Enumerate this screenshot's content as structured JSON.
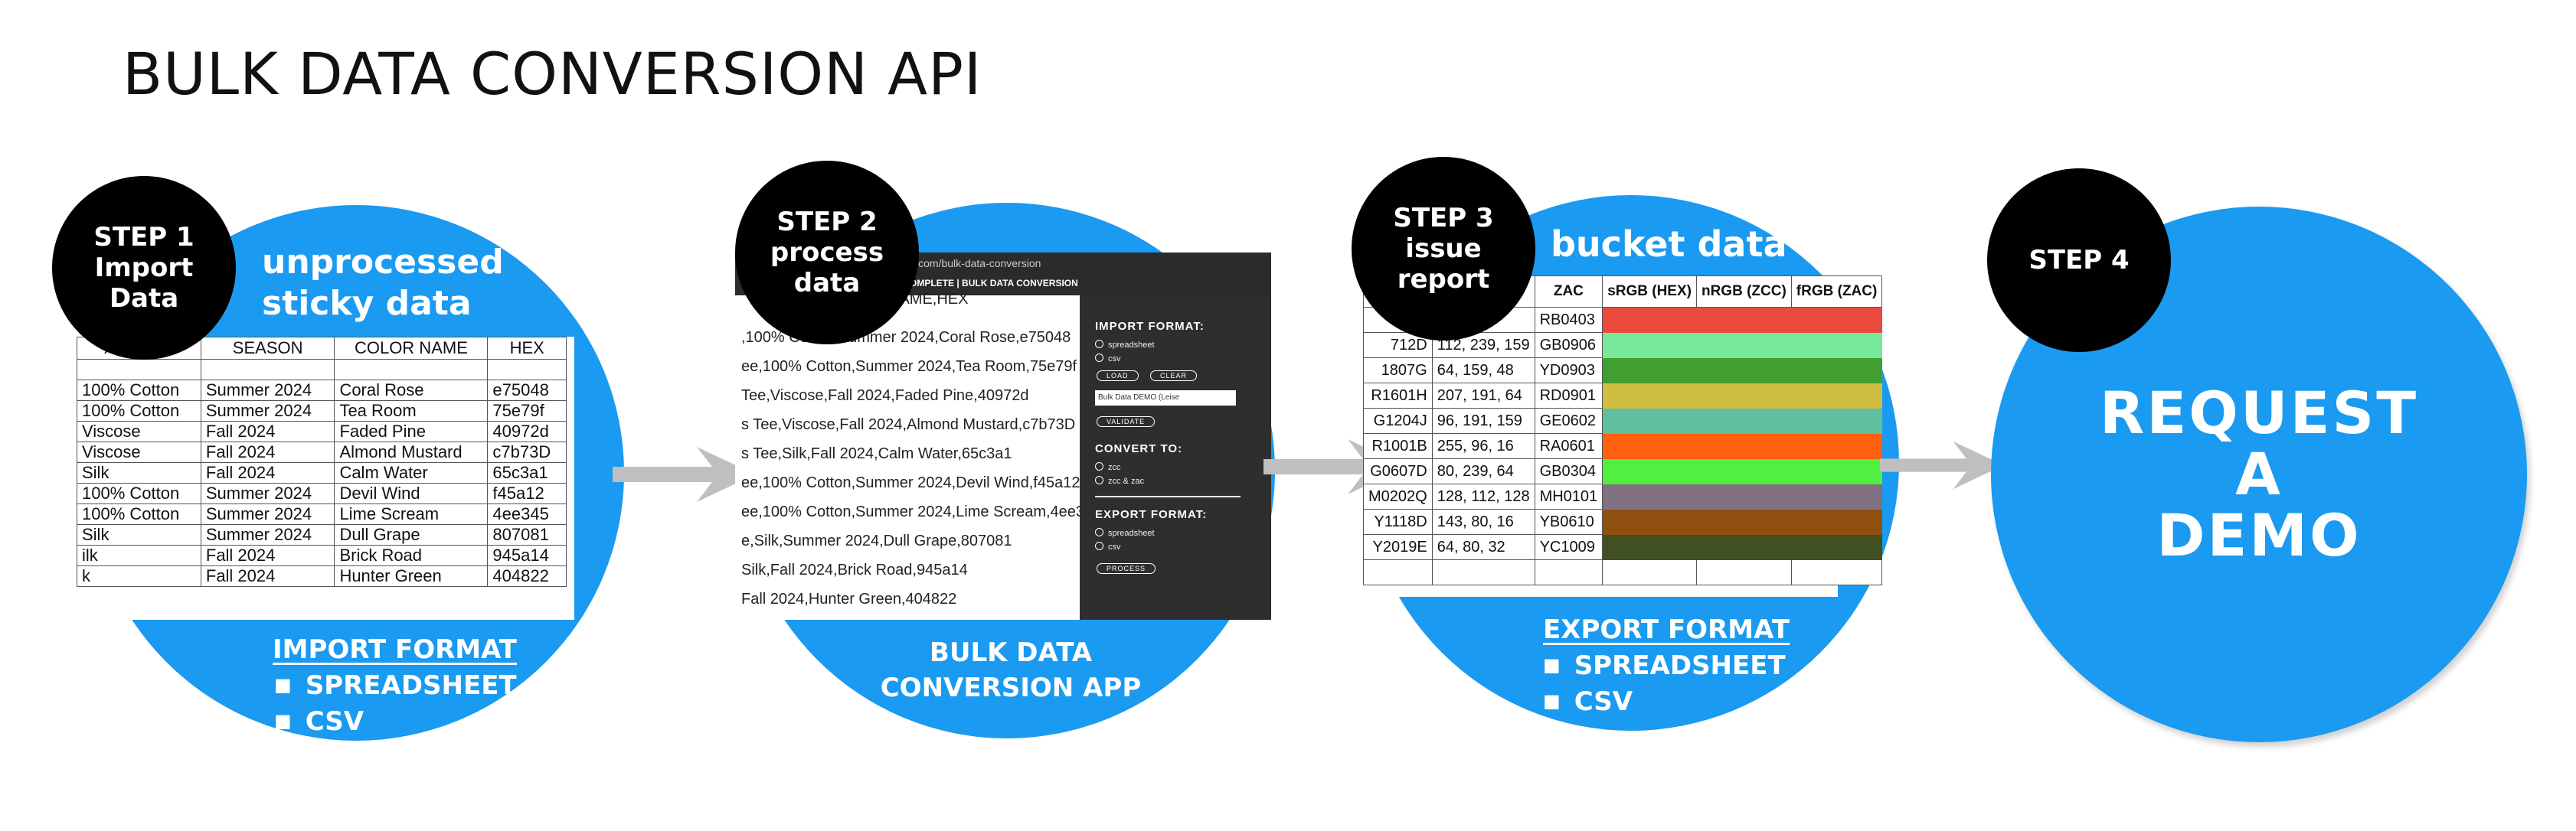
{
  "page": {
    "title": "BULK DATA CONVERSION API"
  },
  "step1": {
    "badge_line1": "STEP 1",
    "badge_line2": "Import",
    "badge_line3": "Data",
    "header_line1": "unprocessed",
    "header_line2": "sticky data",
    "columns": [
      "ATERIAL",
      "SEASON",
      "COLOR NAME",
      "HEX"
    ],
    "rows": [
      [
        "",
        "",
        "",
        ""
      ],
      [
        "100% Cotton",
        "Summer 2024",
        "Coral Rose",
        "e75048"
      ],
      [
        "100% Cotton",
        "Summer 2024",
        "Tea Room",
        "75e79f"
      ],
      [
        "Viscose",
        "Fall 2024",
        "Faded Pine",
        "40972d"
      ],
      [
        "Viscose",
        "Fall 2024",
        "Almond Mustard",
        "c7b73D"
      ],
      [
        "Silk",
        "Fall 2024",
        "Calm Water",
        "65c3a1"
      ],
      [
        "100% Cotton",
        "Summer 2024",
        "Devil Wind",
        "f45a12"
      ],
      [
        "100% Cotton",
        "Summer 2024",
        "Lime Scream",
        "4ee345"
      ],
      [
        "Silk",
        "Summer 2024",
        "Dull Grape",
        "807081"
      ],
      [
        "ilk",
        "Fall 2024",
        "Brick Road",
        "945a14"
      ],
      [
        "k",
        "Fall 2024",
        "Hunter Green",
        "404822"
      ]
    ],
    "footer_title": "IMPORT FORMAT",
    "footer_items": [
      "SPREADSHEET",
      "CSV"
    ]
  },
  "step2": {
    "badge_line1": "STEP 2",
    "badge_line2": "process",
    "badge_line3": "data",
    "url": "azonews.com/bulk-data-conversion",
    "app_title": "ODE COMPLETE | BULK DATA CONVERSION",
    "csv_lines": [
      "NAME,HEX",
      ",100% Cotton,Summer 2024,Coral Rose,e75048",
      "ee,100% Cotton,Summer 2024,Tea Room,75e79f",
      "Tee,Viscose,Fall 2024,Faded Pine,40972d",
      "s Tee,Viscose,Fall 2024,Almond Mustard,c7b73D",
      "s Tee,Silk,Fall 2024,Calm Water,65c3a1",
      "ee,100% Cotton,Summer 2024,Devil Wind,f45a12",
      "ee,100% Cotton,Summer 2024,Lime Scream,4ee345",
      "e,Silk,Summer 2024,Dull Grape,807081",
      "Silk,Fall 2024,Brick Road,945a14",
      "Fall 2024,Hunter Green,404822"
    ],
    "import_format_label": "IMPORT FORMAT:",
    "import_options": [
      "spreadsheet",
      "csv"
    ],
    "load_label": "LOAD",
    "clear_label": "CLEAR",
    "input_value": "Bulk Data DEMO (Leise",
    "validate_label": "VALIDATE",
    "convert_to_label": "CONVERT TO:",
    "convert_options": [
      "zcc",
      "zcc & zac"
    ],
    "export_format_label": "EXPORT FORMAT:",
    "export_options": [
      "spreadsheet",
      "csv"
    ],
    "process_label": "PROCESS",
    "footer_line1": "BULK DATA",
    "footer_line2": "CONVERSION APP"
  },
  "step3": {
    "badge_line1": "STEP 3",
    "badge_line2": "issue",
    "badge_line3": "report",
    "header": "bucket data",
    "columns": [
      "",
      "",
      "ZAC",
      "sRGB (HEX)",
      "nRGB (ZCC)",
      "fRGB (ZAC)"
    ],
    "rows": [
      {
        "id": "",
        "rgb": "",
        "zac": "RB0403",
        "color": "#ea4a3e"
      },
      {
        "id": "712D",
        "rgb": "112, 239, 159",
        "zac": "GB0906",
        "color": "#78e89c"
      },
      {
        "id": "1807G",
        "rgb": "64, 159, 48",
        "zac": "YD0903",
        "color": "#409f30"
      },
      {
        "id": "R1601H",
        "rgb": "207, 191, 64",
        "zac": "RD0901",
        "color": "#cfbf40"
      },
      {
        "id": "G1204J",
        "rgb": "96, 191, 159",
        "zac": "GE0602",
        "color": "#60bf9f"
      },
      {
        "id": "R1001B",
        "rgb": "255, 96, 16",
        "zac": "RA0601",
        "color": "#ff6010"
      },
      {
        "id": "G0607D",
        "rgb": "80, 239, 64",
        "zac": "GB0304",
        "color": "#50ef40"
      },
      {
        "id": "M0202Q",
        "rgb": "128, 112, 128",
        "zac": "MH0101",
        "color": "#807080"
      },
      {
        "id": "Y1118D",
        "rgb": "143, 80, 16",
        "zac": "YB0610",
        "color": "#8f5010"
      },
      {
        "id": "Y2019E",
        "rgb": "64, 80, 32",
        "zac": "YC1009",
        "color": "#405020"
      },
      {
        "id": "",
        "rgb": "",
        "zac": "",
        "color": "#ffffff"
      }
    ],
    "footer_title": "EXPORT FORMAT",
    "footer_items": [
      "SPREADSHEET",
      "CSV"
    ]
  },
  "step4": {
    "badge_line1": "STEP 4",
    "cta_line1": "REQUEST",
    "cta_line2": "A",
    "cta_line3": "DEMO"
  },
  "colors": {
    "circle_blue": "#1a9af0",
    "badge_black": "#000000",
    "arrow_gray": "#bfbfbf"
  }
}
